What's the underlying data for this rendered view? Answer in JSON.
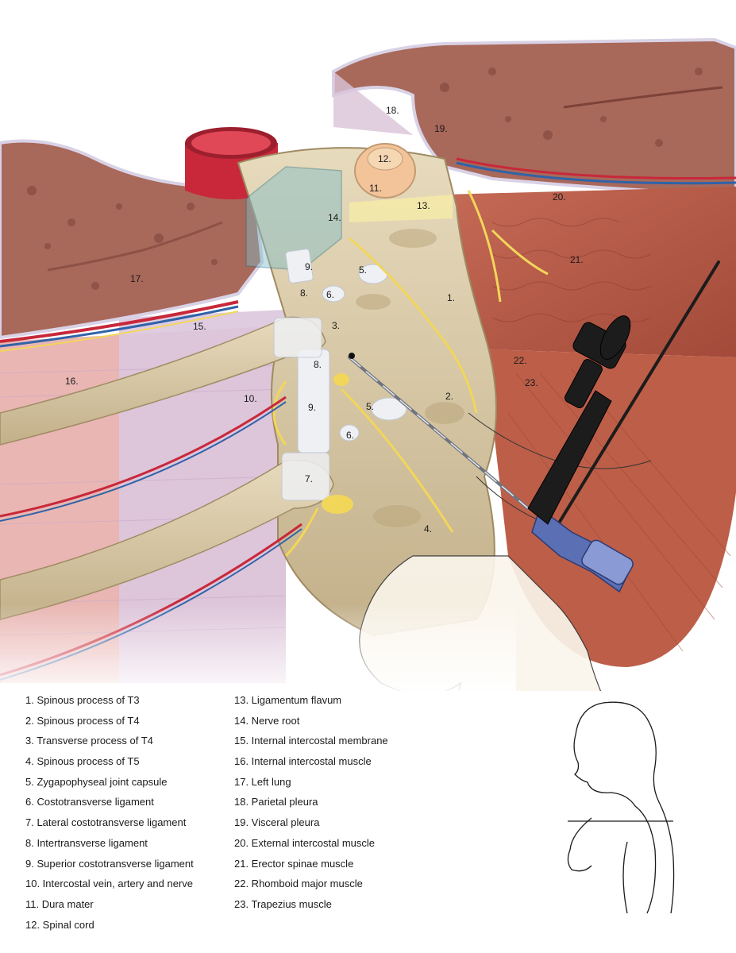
{
  "palette": {
    "lung": "#a8685a",
    "lung_dark": "#7d4238",
    "muscle": "#b85c48",
    "muscle_light": "#e9a99b",
    "membrane": "#d9c3d8",
    "bone": "#dccca6",
    "bone_shadow": "#b9a47a",
    "ligament": "#eef0f4",
    "nerve": "#f2d65a",
    "artery": "#c8283a",
    "vein": "#2f63a8",
    "cord": "#f3c49a",
    "needle": "#1c1c1c",
    "hub": "#5a6fb4"
  },
  "callouts": {
    "c1": "1.",
    "c2": "2.",
    "c3": "3.",
    "c4": "4.",
    "c5a": "5.",
    "c5b": "5.",
    "c6a": "6.",
    "c6b": "6.",
    "c7": "7.",
    "c8a": "8.",
    "c8b": "8.",
    "c9a": "9.",
    "c9b": "9.",
    "c10": "10.",
    "c11": "11.",
    "c12": "12.",
    "c13": "13.",
    "c14": "14.",
    "c15": "15.",
    "c16": "16.",
    "c17": "17.",
    "c18": "18.",
    "c19": "19.",
    "c20": "20.",
    "c21": "21.",
    "c22": "22.",
    "c23": "23."
  },
  "legend_left": [
    "1. Spinous process of T3",
    "2. Spinous process of T4",
    "3. Transverse process of T4",
    "4. Spinous process of T5",
    "5. Zygapophyseal joint capsule",
    "6. Costotransverse ligament",
    "7. Lateral costotransverse ligament",
    "8. Intertransverse ligament",
    "9. Superior costotransverse ligament",
    "10. Intercostal vein, artery and nerve",
    "11. Dura mater",
    "12. Spinal cord"
  ],
  "legend_right": [
    "13. Ligamentum flavum",
    "14. Nerve root",
    "15. Internal intercostal membrane",
    "16. Internal intercostal muscle",
    "17. Left lung",
    "18. Parietal pleura",
    "19. Visceral pleura",
    "20. External intercostal muscle",
    "21. Erector spinae muscle",
    "22. Rhomboid major muscle",
    "23. Trapezius muscle"
  ]
}
